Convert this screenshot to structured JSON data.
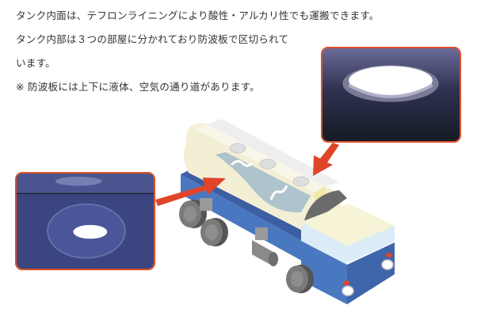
{
  "description": {
    "lines": [
      "タンク内面は、テフロンライニングにより酸性・アルカリ性でも運搬できます。",
      "タンク内部は３つの部屋に分かれており防波板で区切られて",
      "います。",
      "※ 防波板には上下に液体、空気の通り道があります。"
    ]
  },
  "photos": {
    "top_right": {
      "subject": "tank-hatch-interior-photo"
    },
    "left": {
      "subject": "tank-baffle-opening-photo"
    }
  },
  "colors": {
    "text": "#333333",
    "frame_accent": "#e0502a",
    "arrow": "#e0452a",
    "tank_body": "#f3efd4",
    "truck_blue": "#4a78c0",
    "truck_blue_dark": "#3c5fa3",
    "cab_window": "#dcecf6",
    "wheel": "#6b6b6b",
    "liquid": "#aec3cb"
  }
}
